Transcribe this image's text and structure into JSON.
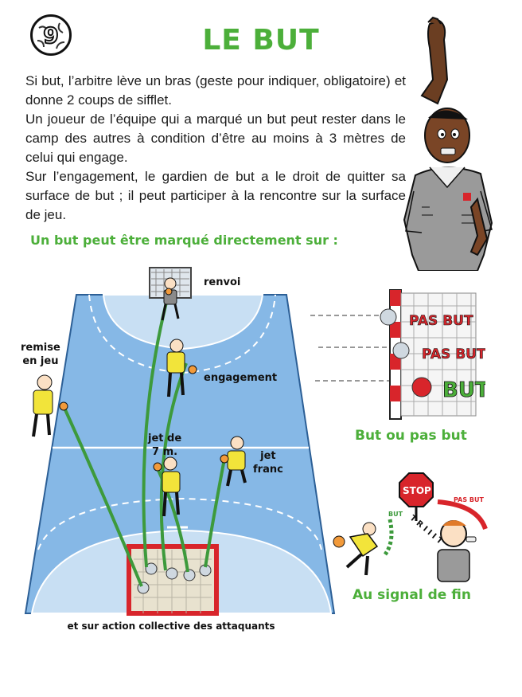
{
  "page": {
    "number": "9",
    "title": "LE BUT"
  },
  "intro": {
    "paragraphs": [
      "Si but, l’arbitre lève un bras (geste pour indiquer, obligatoire) et donne 2 coups de sifflet.",
      "Un joueur de l’équipe qui a marqué un but peut rester dans le camp des autres à condition d’être au moins à 3 mètres de celui qui engage.",
      "Sur l’engagement, le gardien de but a le droit de quitter sa surface de but ; il peut participer à la rencontre sur la surface de jeu."
    ]
  },
  "section_title": "Un but peut être marqué directement sur :",
  "court_labels": {
    "renvoi": "renvoi",
    "remise_line1": "remise",
    "remise_line2": "en jeu",
    "engagement": "engagement",
    "jet7_line1": "jet de",
    "jet7_line2": "7 m.",
    "jetfranc_line1": "jet",
    "jetfranc_line2": "franc"
  },
  "bottom_note": "et sur action collective des attaquants",
  "goal_panel": {
    "label_1": "PAS BUT",
    "label_2": "PAS BUT",
    "label_3": "BUT",
    "caption": "But ou pas but"
  },
  "signal_panel": {
    "stop_sign": "STOP",
    "whistle_text": "T R I I I T",
    "but_label": "BUT",
    "pas_but_label": "PAS BUT",
    "caption": "Au signal de fin"
  },
  "colors": {
    "accent_green": "#4caf3a",
    "court_blue": "#86b8e6",
    "court_line": "#2c5f96",
    "red": "#d8252b"
  }
}
